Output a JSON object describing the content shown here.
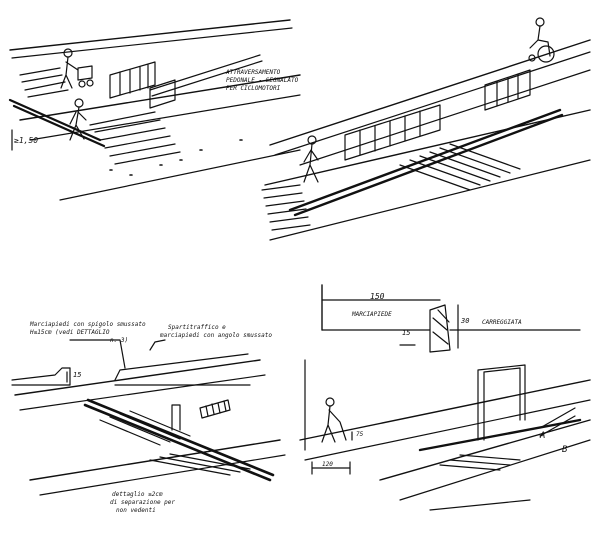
{
  "sketch1": {
    "note_line1": "ATTRAVERSAMENTO",
    "note_line2": "PEDONALE - SEGNALATO",
    "note_line3": "PER CICLOMOTORI",
    "dimension": "≥1,50"
  },
  "sketch3": {
    "note_left_line1": "Marciapiedi con spigolo smussato",
    "note_left_line2": "H≤15cm (vedi DETTAGLIO",
    "note_left_line3": "n. 3)",
    "note_right_line1": "Spartitraffico e",
    "note_right_line2": "marciapiedi con angolo smussato",
    "height_mark": "15",
    "bottom_note_line1": "dettaglio ≥2cm",
    "bottom_note_line2": "di separazione per",
    "bottom_note_line3": "non vedenti"
  },
  "sketch4": {
    "width_dim": "150",
    "sidewalk_label": "MARCIAPIEDE",
    "road_label": "CARREGGIATA",
    "height_left": "15",
    "height_right": "30",
    "small_dim": "75",
    "bottom_dim": "120",
    "point_a": "A",
    "point_b": "B"
  }
}
